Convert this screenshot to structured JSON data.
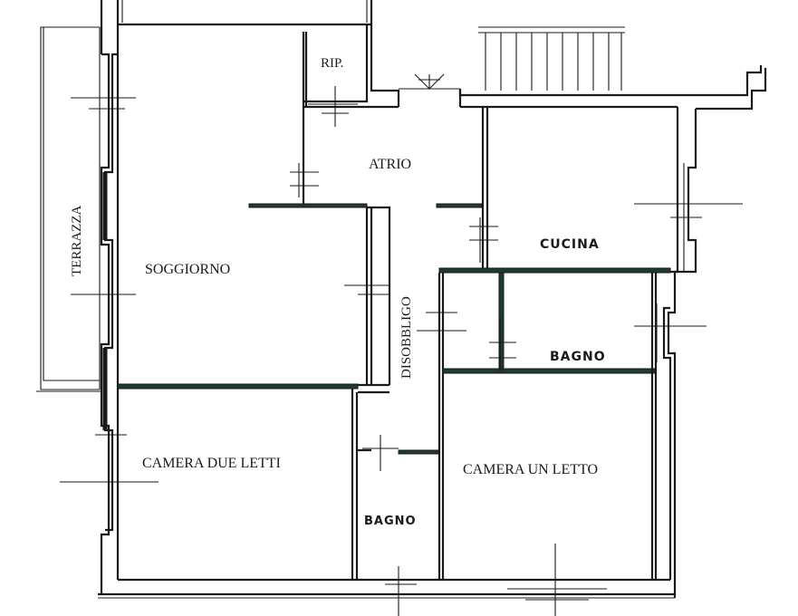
{
  "plan": {
    "rooms": {
      "rip": "RIP.",
      "atrio": "ATRIO",
      "terrazza": "TERRAZZA",
      "soggiorno": "SOGGIORNO",
      "disobbligo": "DISOBBLIGO",
      "cucina": "CUCINA",
      "bagno_upper": "BAGNO",
      "camera_due_letti": "CAMERA DUE LETTI",
      "camera_un_letto": "CAMERA UN LETTO",
      "bagno_lower": "BAGNO"
    }
  }
}
